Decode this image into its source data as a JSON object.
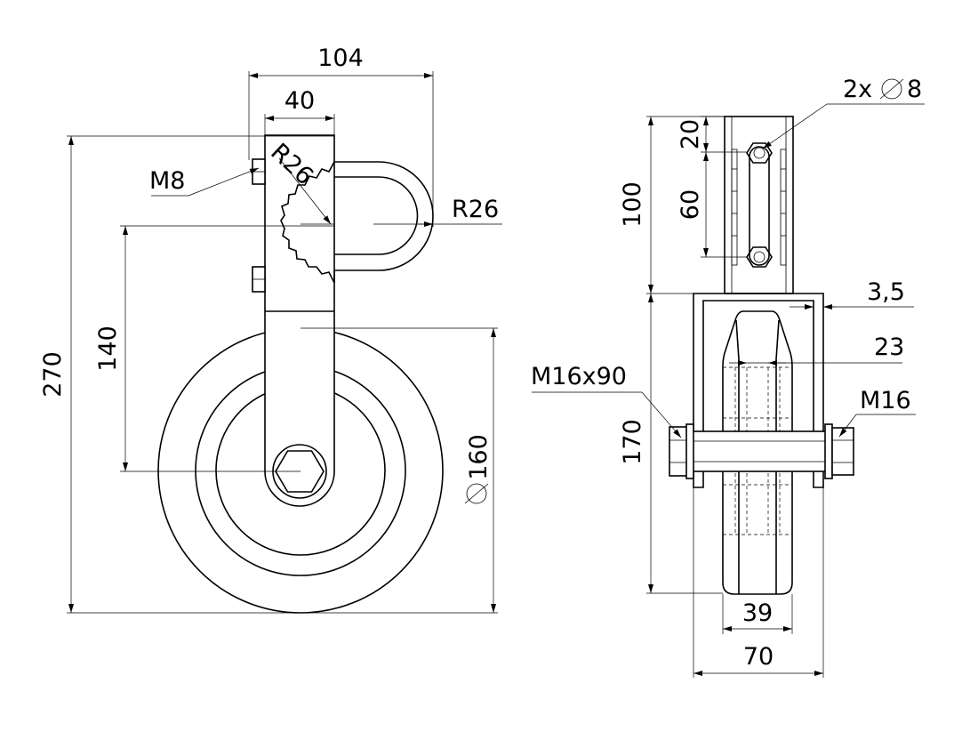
{
  "front_view": {
    "dim_width_overall": "104",
    "dim_plate_width": "40",
    "dim_clamp_radius_inner": "R26",
    "dim_clamp_radius_outer": "R26",
    "dim_bolt": "M8",
    "dim_height_overall": "270",
    "dim_axis_to_clamp": "140",
    "dim_wheel_diameter": "160"
  },
  "side_view": {
    "dim_holes": "2x",
    "dim_hole_diameter": "8",
    "dim_hole_offset": "20",
    "dim_hole_spacing": "60",
    "dim_plate_height": "100",
    "dim_sheet_thickness": "3,5",
    "dim_hub_width": "23",
    "dim_axle_bolt": "M16x90",
    "dim_nut": "M16",
    "dim_fork_height": "170",
    "dim_wheel_width": "39",
    "dim_fork_width": "70"
  },
  "icons": {
    "diameter_symbol": "diameter-symbol-icon",
    "hex_nut": "hex-nut-icon"
  }
}
